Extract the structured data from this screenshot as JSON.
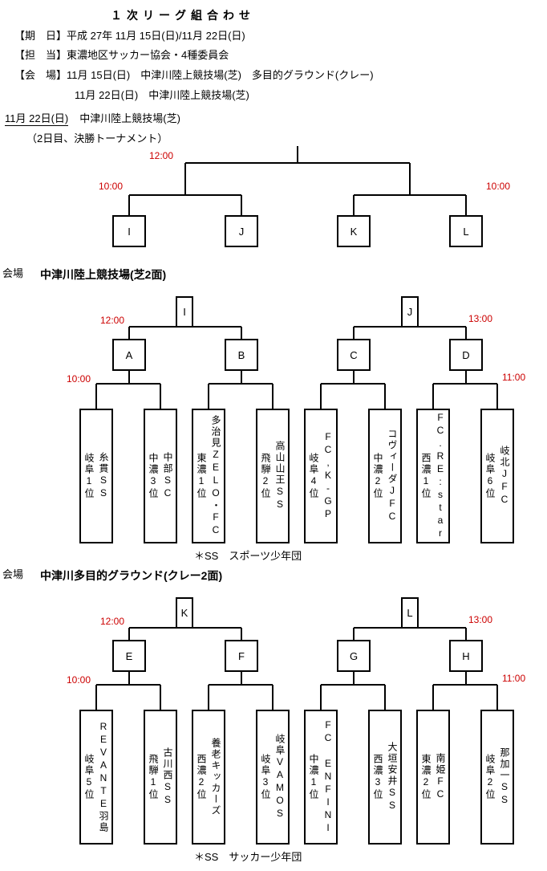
{
  "page": {
    "title": "１次リーグ組合わせ"
  },
  "info": {
    "date_label": "【期　日】",
    "date_value": "平成 27年 11月 15日(日)/11月 22日(日)",
    "staff_label": "【担　当】",
    "staff_value": "東濃地区サッカー協会・4種委員会",
    "venue_label": "【会　場】",
    "venue_day1": "11月 15日(日)　中津川陸上競技場(芝)　多目的グラウンド(クレー)",
    "venue_day2": "11月 22日(日)　中津川陸上競技場(芝)"
  },
  "finals": {
    "heading_date": "11月 22日(日)",
    "heading_venue": "中津川陸上競技場(芝)",
    "subheading": "（2日目、決勝トーナメント）",
    "final_time": "12:00",
    "left_time": "10:00",
    "right_time": "10:00",
    "slots": [
      "I",
      "J",
      "K",
      "L"
    ]
  },
  "venue1": {
    "label": "会場",
    "name": "中津川陸上競技場(芝2面)",
    "root_left": "I",
    "root_right": "J",
    "root_left_time": "12:00",
    "root_right_time": "13:00",
    "left_time": "10:00",
    "right_time": "11:00",
    "matches": [
      "A",
      "B",
      "C",
      "D"
    ],
    "teams": [
      {
        "name": "糸貫SS",
        "seed": "岐阜1位"
      },
      {
        "name": "中部SC",
        "seed": "中濃3位"
      },
      {
        "name": "多治見ZELO・FC",
        "seed": "東濃1位"
      },
      {
        "name": "高山山王SS",
        "seed": "飛騨2位"
      },
      {
        "name": "FC,K-GP",
        "seed": "岐阜4位"
      },
      {
        "name": "コヴィーダJFC",
        "seed": "中濃2位"
      },
      {
        "name": "FC.RE:star",
        "seed": "西濃1位"
      },
      {
        "name": "岐北JFC",
        "seed": "岐阜6位"
      }
    ],
    "footnote": "＊SS　スポーツ少年団"
  },
  "venue2": {
    "label": "会場",
    "name": "中津川多目的グラウンド(クレー2面)",
    "root_left": "K",
    "root_right": "L",
    "root_left_time": "12:00",
    "root_right_time": "13:00",
    "left_time": "10:00",
    "right_time": "11:00",
    "matches": [
      "E",
      "F",
      "G",
      "H"
    ],
    "teams": [
      {
        "name": "REVANTE羽島",
        "seed": "岐阜5位"
      },
      {
        "name": "古川西SS",
        "seed": "飛騨1位"
      },
      {
        "name": "養老キッカーズ",
        "seed": "西濃2位"
      },
      {
        "name": "岐阜VAMOS",
        "seed": "岐阜3位"
      },
      {
        "name": "FC ENFINI",
        "seed": "中濃1位"
      },
      {
        "name": "大垣安井SS",
        "seed": "西濃3位"
      },
      {
        "name": "南姫FC",
        "seed": "東濃2位"
      },
      {
        "name": "那加一SS",
        "seed": "岐阜2位"
      }
    ],
    "footnote": "＊SS　サッカー少年団"
  },
  "colors": {
    "time_red": "#cc0000",
    "line_black": "#000000"
  }
}
